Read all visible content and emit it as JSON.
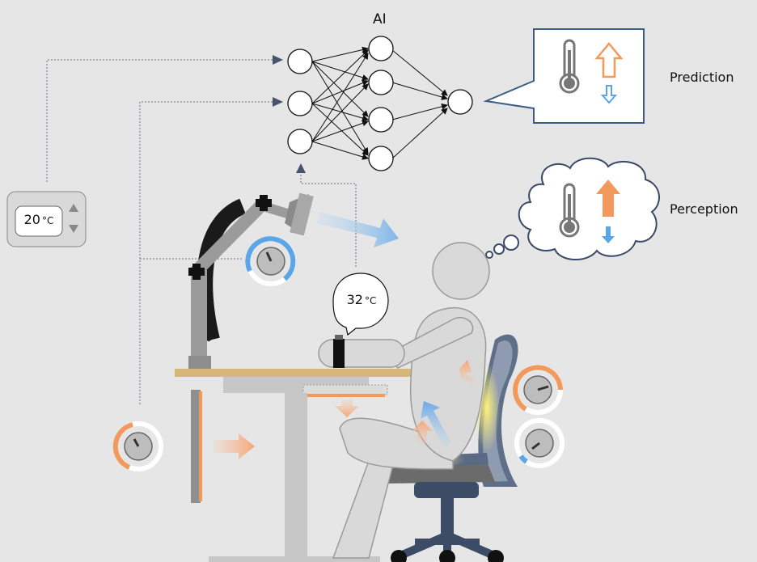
{
  "title": "AI",
  "labels": {
    "prediction": "Prediction",
    "perception": "Perception"
  },
  "thermostat": {
    "value": "20",
    "unit": "°C"
  },
  "skin_temp": {
    "value": "32",
    "unit": "°C"
  },
  "icons": {
    "thermometer": "thermometer-icon",
    "up": "arrow-up-icon",
    "down": "arrow-down-icon",
    "stepper": "stepper-arrows-icon",
    "dial": "dial-gauge-icon"
  },
  "colors": {
    "background": "#e6e6e6",
    "warm": "#f29a5e",
    "cool": "#5aa6e8",
    "navy": "#3b4a67",
    "gray": "#9a9a9a",
    "desk": "#d6b77a"
  }
}
